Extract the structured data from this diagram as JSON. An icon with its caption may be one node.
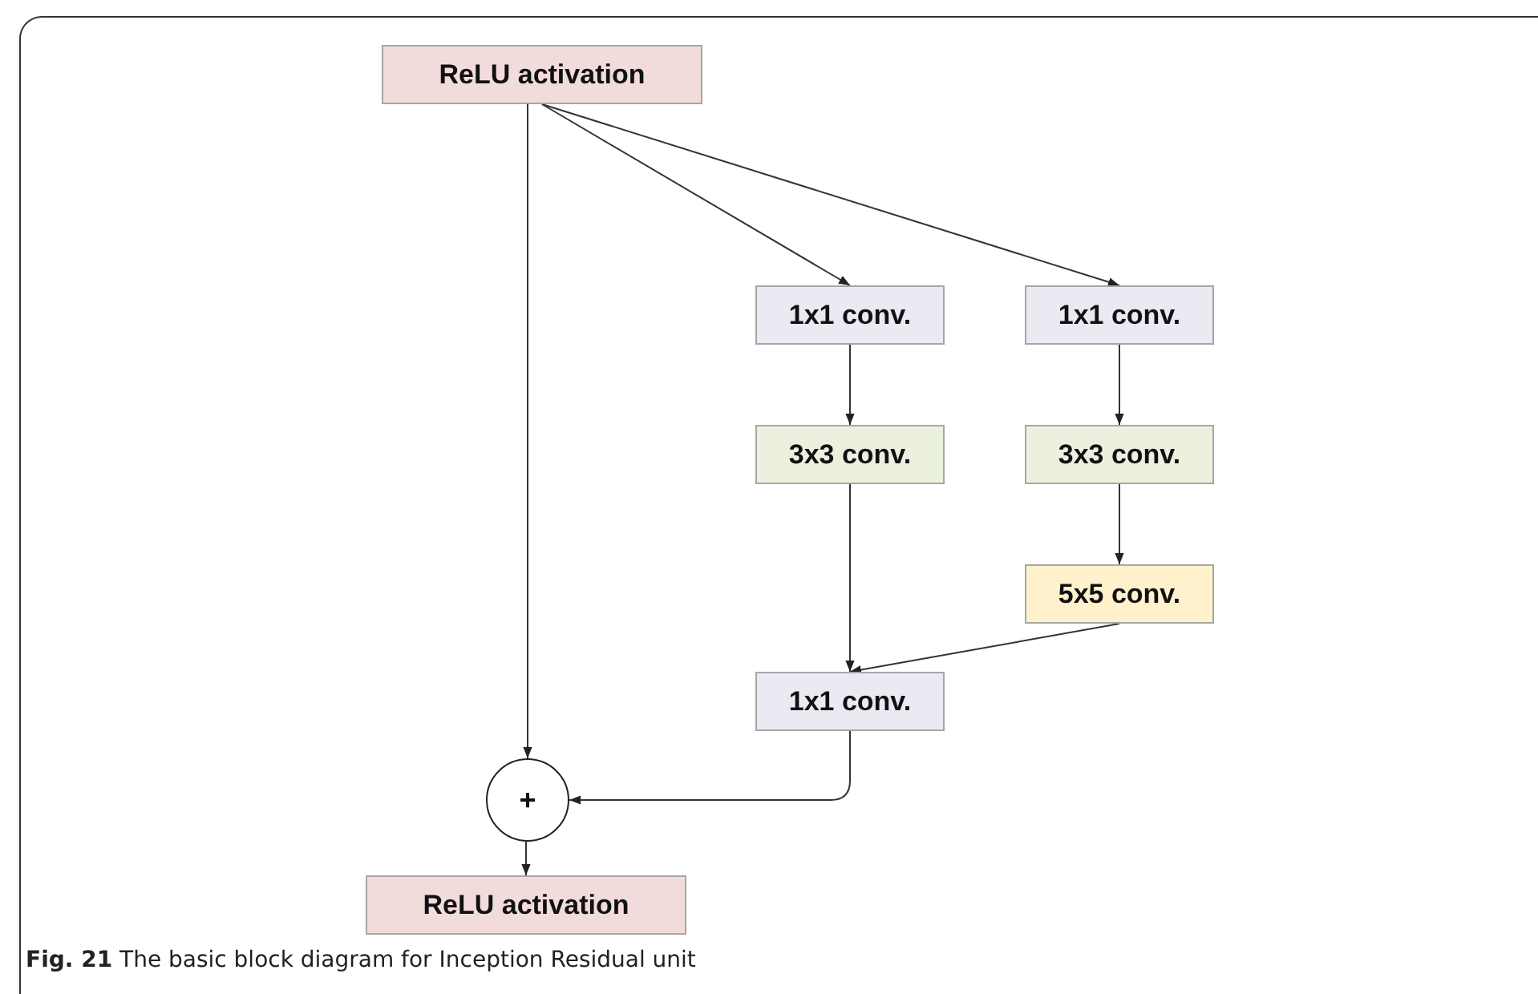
{
  "diagram": {
    "caption": "**Fig. 21** The basic block diagram for Inception Residual unit",
    "nodes": [
      {
        "text": [
          "ReLU activation"
        ]
      },
      {
        "text": [
          "1x1 conv."
        ]
      },
      {
        "text": [
          "1x1 conv."
        ]
      },
      {
        "text": [
          "3x3 conv."
        ]
      },
      {
        "text": [
          "3x3 conv."
        ]
      },
      {
        "text": [
          "5x5 conv."
        ]
      },
      {
        "text": [
          "1x1 conv."
        ]
      },
      {
        "text": [
          "+"
        ]
      },
      {
        "text": [
          "ReLU activation"
        ]
      }
    ],
    "edges": [
      {
        "from": 0,
        "to": 7,
        "arrow": "to"
      },
      {
        "from": 0,
        "to": 1,
        "arrow": "to"
      },
      {
        "from": 0,
        "to": 2,
        "arrow": "to"
      },
      {
        "from": 1,
        "to": 3,
        "arrow": "to"
      },
      {
        "from": 2,
        "to": 4,
        "arrow": "to"
      },
      {
        "from": 3,
        "to": 6,
        "arrow": "to"
      },
      {
        "from": 4,
        "to": 5,
        "arrow": "to"
      },
      {
        "from": 5,
        "to": 6,
        "arrow": "to"
      },
      {
        "from": 6,
        "to": 7,
        "arrow": "to"
      },
      {
        "from": 7,
        "to": 8,
        "arrow": "to"
      }
    ]
  }
}
